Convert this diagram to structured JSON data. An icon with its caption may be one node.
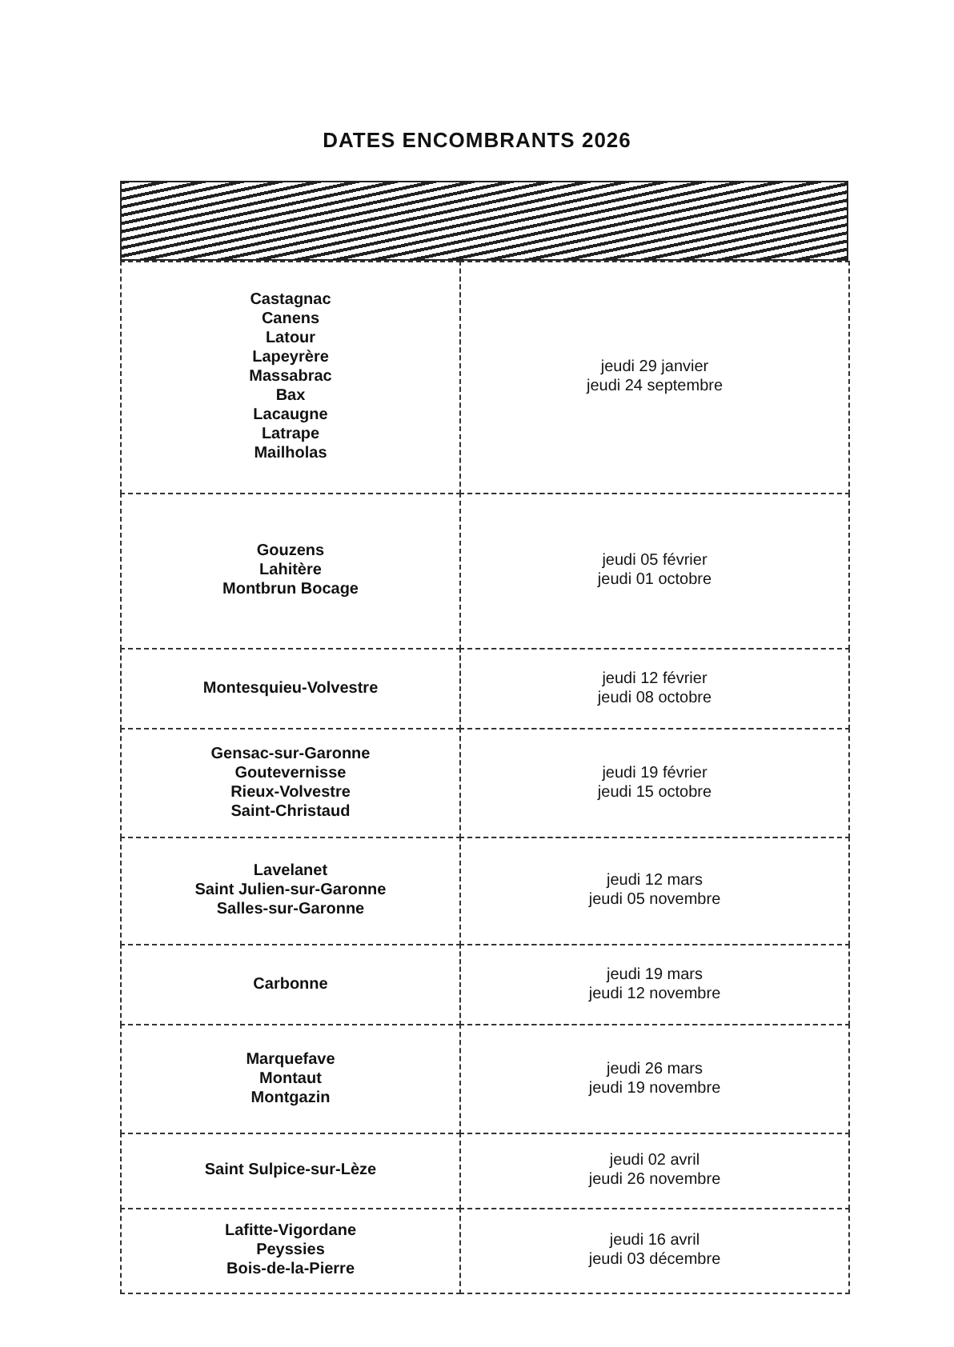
{
  "diagram": {
    "title": "DATES ENCOMBRANTS 2026",
    "nodes": [
      {
        "text": [
          "Castagnac",
          "Canens",
          "Latour",
          "Lapeyrère",
          "Massabrac",
          "Bax",
          "Lacaugne",
          "Latrape",
          "Mailholas"
        ]
      },
      {
        "text": [
          "jeudi 29 janvier",
          "jeudi 24 septembre"
        ]
      },
      {
        "text": [
          "Gouzens",
          "Lahitère",
          "Montbrun Bocage"
        ]
      },
      {
        "text": [
          "jeudi 05 février",
          "jeudi 01 octobre"
        ]
      },
      {
        "text": [
          "Montesquieu-Volvestre"
        ]
      },
      {
        "text": [
          "jeudi 12 février",
          "jeudi 08 octobre"
        ]
      },
      {
        "text": [
          "Gensac-sur-Garonne",
          "Goutevernisse",
          "Rieux-Volvestre",
          "Saint-Christaud"
        ]
      },
      {
        "text": [
          "jeudi 19 février",
          "jeudi 15 octobre"
        ]
      },
      {
        "text": [
          "Lavelanet",
          "Saint Julien-sur-Garonne",
          "Salles-sur-Garonne"
        ]
      },
      {
        "text": [
          "jeudi 12 mars",
          "jeudi 05 novembre"
        ]
      },
      {
        "text": [
          "Carbonne"
        ]
      },
      {
        "text": [
          "jeudi 19 mars",
          "jeudi 12 novembre"
        ]
      },
      {
        "text": [
          "Marquefave",
          "Montaut",
          "Montgazin"
        ]
      },
      {
        "text": [
          "jeudi 26 mars",
          "jeudi 19 novembre"
        ]
      },
      {
        "text": [
          "Saint Sulpice-sur-Lèze"
        ]
      },
      {
        "text": [
          "jeudi 02 avril",
          "jeudi 26 novembre"
        ]
      },
      {
        "text": [
          "Lafitte-Vigordane",
          "Peyssies",
          "Bois-de-la-Pierre"
        ]
      },
      {
        "text": [
          "jeudi 16 avril",
          "jeudi 03 décembre"
        ]
      }
    ]
  }
}
